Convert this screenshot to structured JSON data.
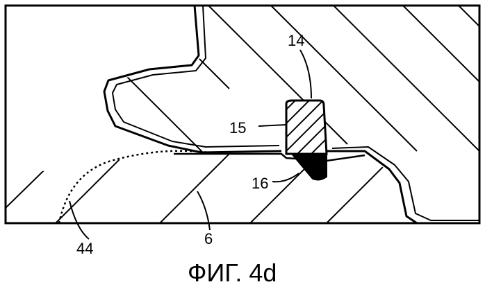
{
  "figure": {
    "caption": "ФИГ. 4d",
    "labels": {
      "part_14": "14",
      "part_15": "15",
      "part_16": "16",
      "part_44": "44",
      "part_6": "6"
    }
  },
  "colors": {
    "line": "#000000",
    "background": "#ffffff"
  }
}
